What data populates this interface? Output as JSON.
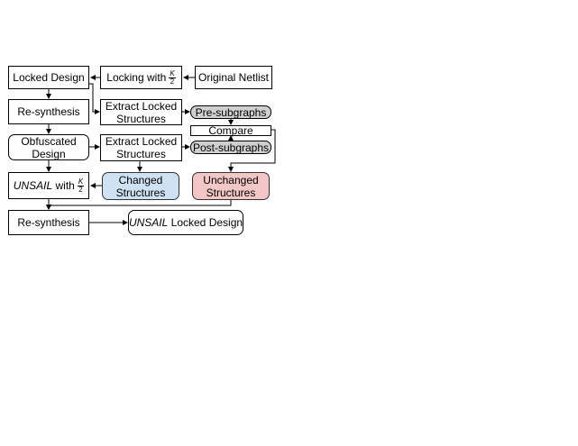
{
  "nodes": {
    "locked_design": "Locked Design",
    "locking_with": "Locking with",
    "locking_frac_num": "K",
    "locking_frac_den": "2",
    "original_netlist": "Original Netlist",
    "resynthesis_1": "Re-synthesis",
    "extract_locked_1": "Extract Locked\nStructures",
    "pre_subgraphs": "Pre-subgraphs",
    "obfuscated_design": "Obfuscated\nDesign",
    "extract_locked_2": "Extract Locked\nStructures",
    "compare": "Compare",
    "post_subgraphs": "Post-subgraphs",
    "unsail_name": "UNSAIL",
    "unsail_with": " with",
    "unsail_frac_num": "K",
    "unsail_frac_den": "2",
    "changed_structures": "Changed\nStructures",
    "unchanged_structures": "Unchanged\nStructures",
    "resynthesis_2": "Re-synthesis",
    "unsail_locked_name": "UNSAIL",
    "unsail_locked_rest": " Locked Design"
  },
  "colors": {
    "changed_fill": "#cfe2f3",
    "unchanged_fill": "#f4c7c7",
    "subgraph_fill": "#d0d0d0"
  }
}
